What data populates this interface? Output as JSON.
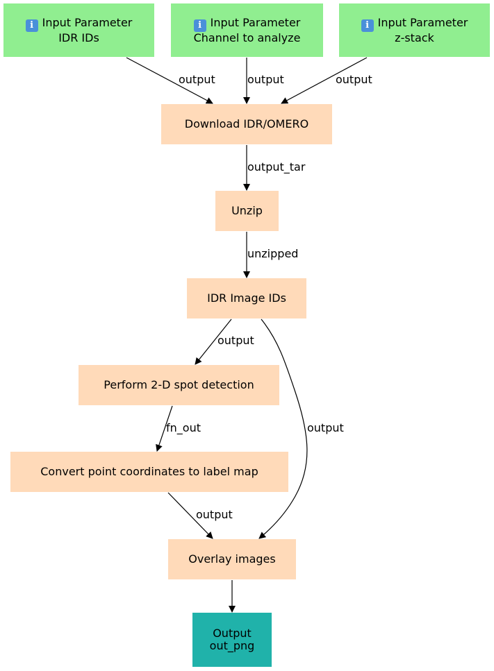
{
  "colors": {
    "input": "#90ee90",
    "step": "#ffdab9",
    "output": "#20b2aa",
    "edge": "#000000"
  },
  "inputs": [
    {
      "icon": "info-icon",
      "title": "Input Parameter",
      "name": "IDR IDs"
    },
    {
      "icon": "info-icon",
      "title": "Input Parameter",
      "name": "Channel to analyze"
    },
    {
      "icon": "info-icon",
      "title": "Input Parameter",
      "name": "z-stack"
    }
  ],
  "steps": {
    "download": "Download IDR/OMERO",
    "unzip": "Unzip",
    "idr_image_ids": "IDR Image IDs",
    "spot_detection": "Perform 2-D spot detection",
    "convert": "Convert point coordinates to label map",
    "overlay": "Overlay images"
  },
  "output_node": {
    "title": "Output",
    "name": "out_png"
  },
  "edges": {
    "e1": "output",
    "e2": "output",
    "e3": "output",
    "e4": "output_tar",
    "e5": "unzipped",
    "e6": "output",
    "e7": "output",
    "e8": "fn_out",
    "e9": "output"
  }
}
